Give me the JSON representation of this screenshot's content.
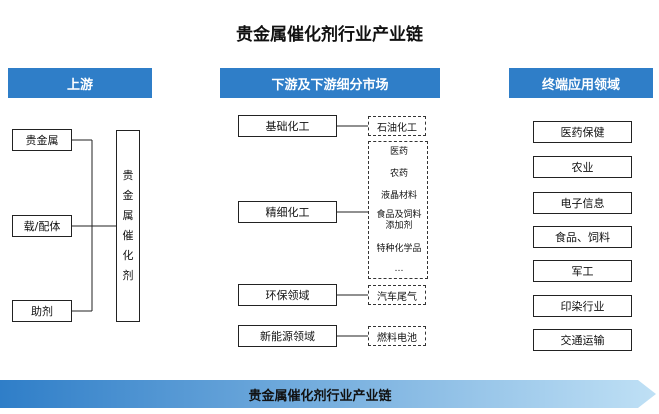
{
  "title": "贵金属催化剂行业产业链",
  "columns": {
    "upstream": {
      "header": "上游",
      "items": [
        "贵金属",
        "载/配体",
        "助剂"
      ],
      "product": "贵金属催化剂"
    },
    "downstream": {
      "header": "下游及下游细分市场",
      "rows": [
        {
          "label": "基础化工",
          "markets": [
            "石油化工"
          ]
        },
        {
          "label": "精细化工",
          "markets": [
            "医药",
            "农药",
            "液晶材料",
            "食品及饲料\n添加剂",
            "特种化学品",
            "…"
          ]
        },
        {
          "label": "环保领域",
          "markets": [
            "汽车尾气"
          ]
        },
        {
          "label": "新能源领域",
          "markets": [
            "燃料电池"
          ]
        }
      ]
    },
    "terminal": {
      "header": "终端应用领域",
      "items": [
        "医药保健",
        "农业",
        "电子信息",
        "食品、饲料",
        "军工",
        "印染行业",
        "交通运输"
      ]
    }
  },
  "footer_banner": "贵金属催化剂行业产业链",
  "colors": {
    "header_bg": "#2f7ec8",
    "header_text": "#ffffff",
    "banner_gradient_start": "#2f7ec8",
    "banner_gradient_end": "#bfe0f5"
  }
}
